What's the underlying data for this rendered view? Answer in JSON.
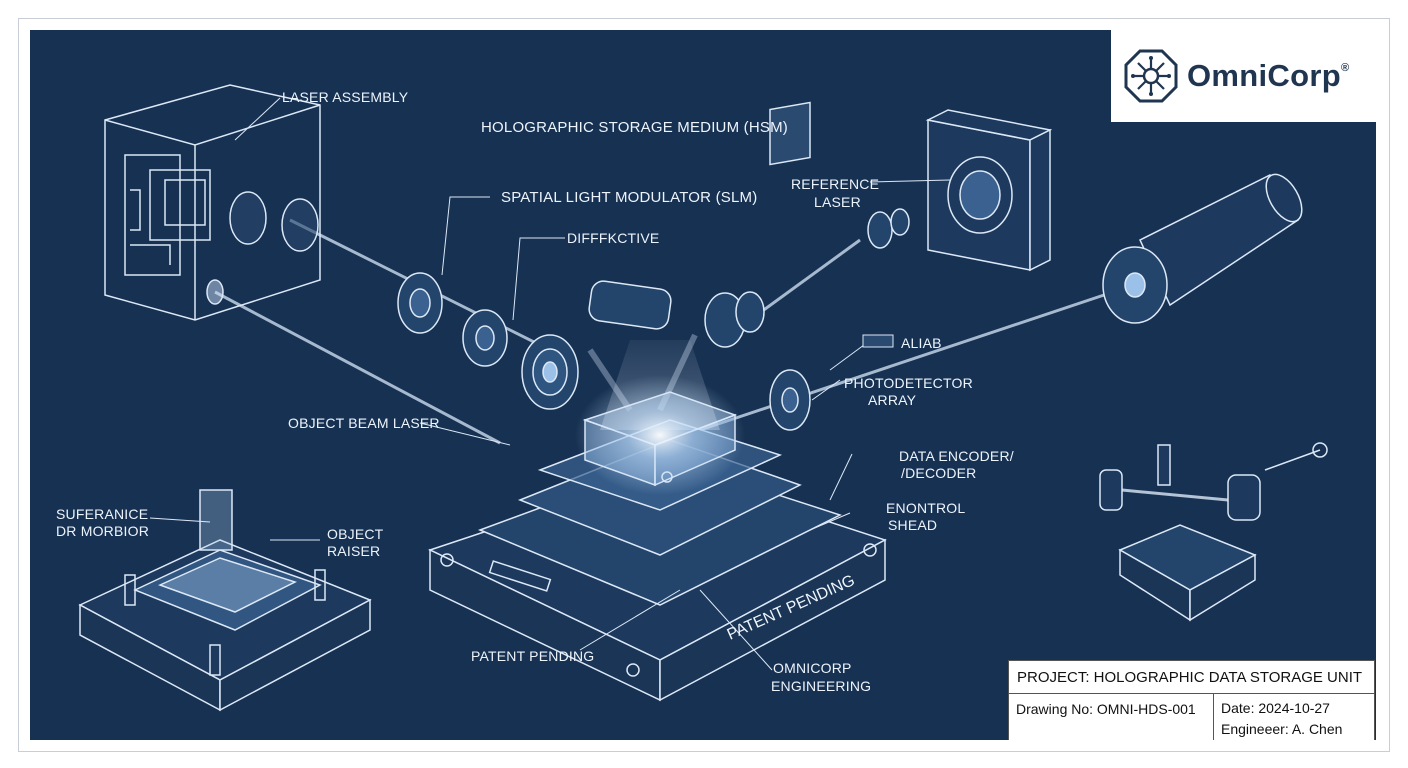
{
  "brand": {
    "name": "OmniCorp",
    "reg": "®",
    "icon": "circuit-octagon-icon"
  },
  "labels": {
    "laser_assembly": "LASER ASSEMBLY",
    "hsm": "HOLOGRAPHIC STORAGE MEDIUM (HSM)",
    "slm": "SPATIAL LIGHT MODULATOR (SLM)",
    "diffractive": "DIFFFKCTIVE",
    "reference_laser_1": "REFERENCE",
    "reference_laser_2": "LASER",
    "aliab": "ALIAB",
    "photodetector_1": "PHOTODETECTOR",
    "photodetector_2": "ARRAY",
    "object_beam_laser": "OBJECT BEAM LASER",
    "data_encoder_1": "DATA ENCODER/",
    "data_encoder_2": "/DECODER",
    "enontrol_1": "ENONTROL",
    "enontrol_2": "SHEAD",
    "sufe_1": "SUFERANICE",
    "sufe_2": "DR MORBIOR",
    "object_raiser_1": "OBJECT",
    "object_raiser_2": "RAISER",
    "patent_pending": "PATENT PENDING",
    "patent_pending_stamp": "PATENT PENDING",
    "omnicorp_eng_1": "OMNICORP",
    "omnicorp_eng_2": "ENGINEERING"
  },
  "title_block": {
    "project": "PROJECT: HOLOGRAPHIC DATA STORAGE UNIT",
    "drawing_no": "Drawing No: OMNI-HDS-001",
    "date": "Date: 2024-10-27",
    "engineer": "Engineeer: A. Chen"
  },
  "colors": {
    "background": "#173152",
    "line": "#dce8f6",
    "beam": "#cfe2f7"
  }
}
